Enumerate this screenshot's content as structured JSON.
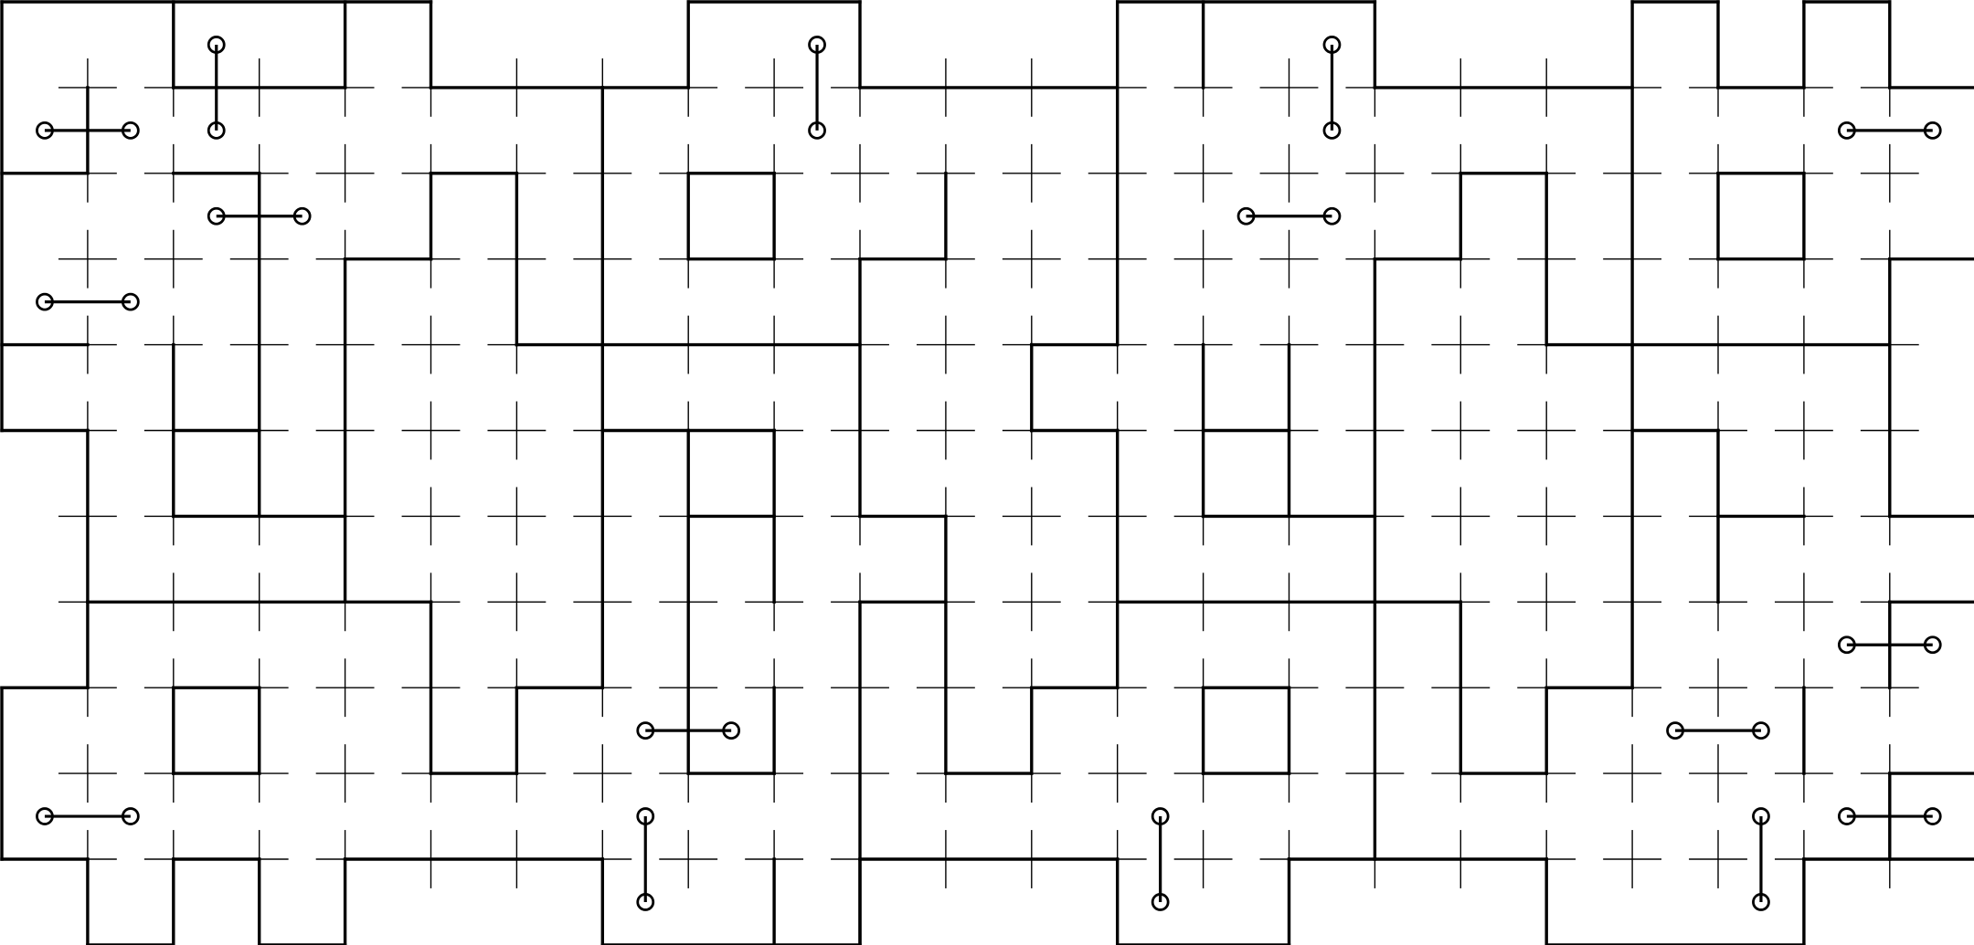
{
  "puzzle": {
    "columns": 23,
    "rows": 11,
    "line_color": "#000000",
    "background": "#ffffff",
    "walls": [
      [
        0,
        0,
        5,
        0
      ],
      [
        0,
        0,
        0,
        5
      ],
      [
        2,
        0,
        2,
        1
      ],
      [
        4,
        0,
        4,
        1
      ],
      [
        5,
        0,
        5,
        1
      ],
      [
        0,
        2,
        1,
        2
      ],
      [
        1,
        1,
        1,
        2
      ],
      [
        2,
        1,
        4,
        1
      ],
      [
        5,
        1,
        7,
        1
      ],
      [
        7,
        1,
        7,
        8
      ],
      [
        7,
        1,
        8,
        1
      ],
      [
        8,
        0,
        8,
        1
      ],
      [
        8,
        0,
        10,
        0
      ],
      [
        10,
        0,
        10,
        1
      ],
      [
        10,
        1,
        13,
        1
      ],
      [
        13,
        0,
        13,
        4
      ],
      [
        12,
        4,
        13,
        4
      ],
      [
        2,
        2,
        3,
        2
      ],
      [
        3,
        2,
        3,
        6
      ],
      [
        4,
        3,
        5,
        3
      ],
      [
        5,
        2,
        5,
        3
      ],
      [
        5,
        2,
        6,
        2
      ],
      [
        6,
        2,
        6,
        4
      ],
      [
        6,
        4,
        7,
        4
      ],
      [
        4,
        3,
        4,
        7
      ],
      [
        0,
        4,
        1,
        4
      ],
      [
        0,
        5,
        1,
        5
      ],
      [
        1,
        5,
        1,
        7
      ],
      [
        1,
        7,
        4,
        7
      ],
      [
        4,
        7,
        5,
        7
      ],
      [
        5,
        7,
        5,
        9
      ],
      [
        5,
        9,
        6,
        9
      ],
      [
        6,
        8,
        6,
        9
      ],
      [
        6,
        8,
        7,
        8
      ],
      [
        2,
        4,
        2,
        6
      ],
      [
        2,
        5,
        3,
        5
      ],
      [
        2,
        6,
        4,
        6
      ],
      [
        1,
        7,
        1,
        8
      ],
      [
        0,
        8,
        1,
        8
      ],
      [
        0,
        8,
        0,
        10
      ],
      [
        0,
        10,
        1,
        10
      ],
      [
        1,
        10,
        1,
        11
      ],
      [
        1,
        11,
        2,
        11
      ],
      [
        2,
        10,
        2,
        11
      ],
      [
        2,
        10,
        3,
        10
      ],
      [
        3,
        10,
        3,
        11
      ],
      [
        3,
        11,
        4,
        11
      ],
      [
        4,
        10,
        4,
        11
      ],
      [
        4,
        10,
        7,
        10
      ],
      [
        7,
        10,
        7,
        11
      ],
      [
        7,
        11,
        10,
        11
      ],
      [
        10,
        10,
        10,
        11
      ],
      [
        10,
        10,
        13,
        10
      ],
      [
        13,
        10,
        13,
        11
      ],
      [
        13,
        11,
        15,
        11
      ],
      [
        15,
        10,
        15,
        11
      ],
      [
        15,
        10,
        18,
        10
      ],
      [
        18,
        10,
        18,
        11
      ],
      [
        18,
        11,
        21,
        11
      ],
      [
        21,
        10,
        21,
        11
      ],
      [
        21,
        10,
        23,
        10
      ],
      [
        2,
        8,
        3,
        8
      ],
      [
        2,
        8,
        2,
        9
      ],
      [
        3,
        8,
        3,
        9
      ],
      [
        2,
        9,
        3,
        9
      ],
      [
        8,
        2,
        9,
        2
      ],
      [
        8,
        2,
        8,
        3
      ],
      [
        9,
        2,
        9,
        3
      ],
      [
        8,
        3,
        9,
        3
      ],
      [
        7,
        4,
        10,
        4
      ],
      [
        10,
        3,
        10,
        6
      ],
      [
        10,
        3,
        11,
        3
      ],
      [
        11,
        2,
        11,
        3
      ],
      [
        12,
        4,
        12,
        5
      ],
      [
        12,
        5,
        13,
        5
      ],
      [
        13,
        5,
        13,
        8
      ],
      [
        7,
        5,
        9,
        5
      ],
      [
        8,
        5,
        8,
        7
      ],
      [
        9,
        5,
        9,
        7
      ],
      [
        8,
        6,
        9,
        6
      ],
      [
        10,
        6,
        11,
        6
      ],
      [
        11,
        6,
        11,
        9
      ],
      [
        11,
        9,
        12,
        9
      ],
      [
        12,
        8,
        12,
        9
      ],
      [
        12,
        8,
        13,
        8
      ],
      [
        8,
        7,
        8,
        9
      ],
      [
        8,
        9,
        9,
        9
      ],
      [
        9,
        8,
        9,
        9
      ],
      [
        9,
        10,
        9,
        11
      ],
      [
        10,
        7,
        10,
        11
      ],
      [
        10,
        7,
        11,
        7
      ],
      [
        13,
        0,
        16,
        0
      ],
      [
        14,
        0,
        14,
        1
      ],
      [
        16,
        0,
        16,
        1
      ],
      [
        16,
        1,
        19,
        1
      ],
      [
        19,
        0,
        19,
        4
      ],
      [
        18,
        4,
        19,
        4
      ],
      [
        18,
        2,
        18,
        4
      ],
      [
        17,
        2,
        18,
        2
      ],
      [
        17,
        2,
        17,
        3
      ],
      [
        16,
        3,
        17,
        3
      ],
      [
        16,
        3,
        16,
        7
      ],
      [
        19,
        0,
        20,
        0
      ],
      [
        20,
        0,
        20,
        1
      ],
      [
        20,
        1,
        21,
        1
      ],
      [
        21,
        0,
        21,
        1
      ],
      [
        21,
        0,
        22,
        0
      ],
      [
        22,
        0,
        22,
        1
      ],
      [
        22,
        1,
        23,
        1
      ],
      [
        23,
        1,
        23,
        3
      ],
      [
        22,
        3,
        23,
        3
      ],
      [
        22,
        3,
        22,
        4
      ],
      [
        19,
        4,
        22,
        4
      ],
      [
        20,
        2,
        21,
        2
      ],
      [
        20,
        2,
        20,
        3
      ],
      [
        21,
        2,
        21,
        3
      ],
      [
        20,
        3,
        21,
        3
      ],
      [
        14,
        4,
        14,
        6
      ],
      [
        15,
        4,
        15,
        6
      ],
      [
        14,
        5,
        15,
        5
      ],
      [
        14,
        6,
        16,
        6
      ],
      [
        13,
        7,
        16,
        7
      ],
      [
        16,
        7,
        17,
        7
      ],
      [
        17,
        7,
        17,
        9
      ],
      [
        17,
        9,
        18,
        9
      ],
      [
        18,
        8,
        18,
        9
      ],
      [
        18,
        8,
        19,
        8
      ],
      [
        19,
        4,
        19,
        8
      ],
      [
        19,
        5,
        20,
        5
      ],
      [
        20,
        5,
        20,
        7
      ],
      [
        20,
        6,
        21,
        6
      ],
      [
        22,
        4,
        22,
        6
      ],
      [
        22,
        6,
        23,
        6
      ],
      [
        23,
        6,
        23,
        7
      ],
      [
        22,
        7,
        23,
        7
      ],
      [
        22,
        7,
        22,
        8
      ],
      [
        22,
        9,
        23,
        9
      ],
      [
        23,
        9,
        23,
        10
      ],
      [
        22,
        9,
        22,
        10
      ],
      [
        21,
        8,
        21,
        9
      ],
      [
        14,
        8,
        15,
        8
      ],
      [
        14,
        8,
        14,
        9
      ],
      [
        15,
        8,
        15,
        9
      ],
      [
        14,
        9,
        15,
        9
      ],
      [
        16,
        7,
        16,
        10
      ]
    ],
    "pegs": [
      [
        [
          0,
          1
        ],
        [
          1,
          1
        ]
      ],
      [
        [
          2,
          0
        ],
        [
          2,
          1
        ]
      ],
      [
        [
          2,
          2
        ],
        [
          3,
          2
        ]
      ],
      [
        [
          0,
          3
        ],
        [
          1,
          3
        ]
      ],
      [
        [
          9,
          0
        ],
        [
          9,
          1
        ]
      ],
      [
        [
          15,
          0
        ],
        [
          15,
          1
        ]
      ],
      [
        [
          14,
          2
        ],
        [
          15,
          2
        ]
      ],
      [
        [
          21,
          1
        ],
        [
          22,
          1
        ]
      ],
      [
        [
          21,
          7
        ],
        [
          22,
          7
        ]
      ],
      [
        [
          7,
          8
        ],
        [
          8,
          8
        ]
      ],
      [
        [
          19,
          8
        ],
        [
          20,
          8
        ]
      ],
      [
        [
          0,
          9
        ],
        [
          1,
          9
        ]
      ],
      [
        [
          7,
          9
        ],
        [
          7,
          10
        ]
      ],
      [
        [
          13,
          9
        ],
        [
          13,
          10
        ]
      ],
      [
        [
          20,
          9
        ],
        [
          20,
          10
        ]
      ],
      [
        [
          21,
          9
        ],
        [
          22,
          9
        ]
      ]
    ]
  }
}
